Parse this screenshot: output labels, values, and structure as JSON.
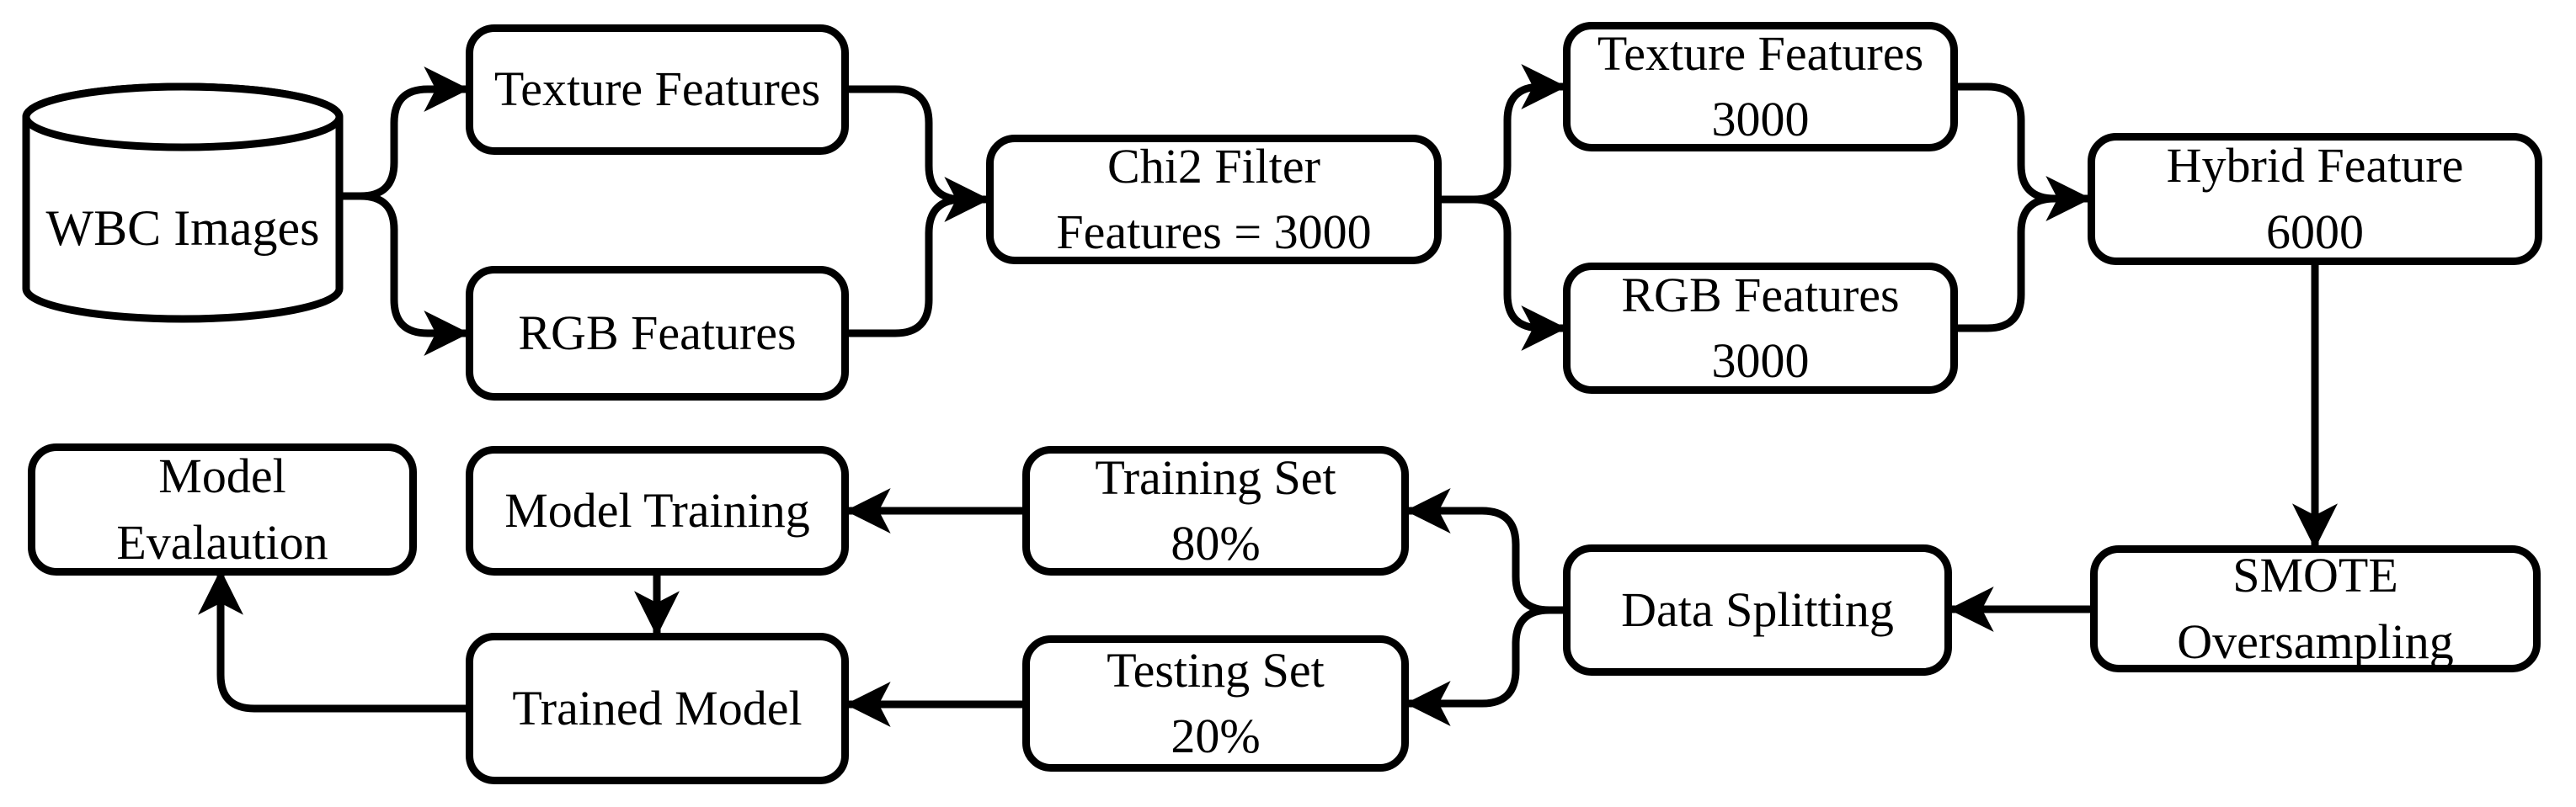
{
  "diagram": {
    "colors": {
      "ink": "#000000",
      "background": "#ffffff",
      "node_fill": "#ffffff"
    },
    "nodes": {
      "wbc_images": {
        "shape": "cylinder",
        "label": "WBC Images"
      },
      "texture_features": {
        "lines": [
          "Texture Features"
        ]
      },
      "rgb_features": {
        "lines": [
          "RGB Features"
        ]
      },
      "chi2_filter": {
        "lines": [
          "Chi2 Filter",
          "Features = 3000"
        ]
      },
      "texture_features_3000": {
        "lines": [
          "Texture Features",
          "3000"
        ]
      },
      "rgb_features_3000": {
        "lines": [
          "RGB Features",
          "3000"
        ]
      },
      "hybrid_feature": {
        "lines": [
          "Hybrid Feature",
          "6000"
        ]
      },
      "smote_oversampling": {
        "lines": [
          "SMOTE",
          "Oversampling"
        ]
      },
      "data_splitting": {
        "lines": [
          "Data Splitting"
        ]
      },
      "training_set": {
        "lines": [
          "Training Set",
          "80%"
        ]
      },
      "testing_set": {
        "lines": [
          "Testing Set",
          "20%"
        ]
      },
      "model_training": {
        "lines": [
          "Model Training"
        ]
      },
      "trained_model": {
        "lines": [
          "Trained Model"
        ]
      },
      "model_evaluation": {
        "lines": [
          "Model",
          "Evalaution"
        ]
      }
    },
    "edges": [
      {
        "from": "wbc_images",
        "to": "texture_features"
      },
      {
        "from": "wbc_images",
        "to": "rgb_features"
      },
      {
        "from": "texture_features",
        "to": "chi2_filter"
      },
      {
        "from": "rgb_features",
        "to": "chi2_filter"
      },
      {
        "from": "chi2_filter",
        "to": "texture_features_3000"
      },
      {
        "from": "chi2_filter",
        "to": "rgb_features_3000"
      },
      {
        "from": "texture_features_3000",
        "to": "hybrid_feature"
      },
      {
        "from": "rgb_features_3000",
        "to": "hybrid_feature"
      },
      {
        "from": "hybrid_feature",
        "to": "smote_oversampling"
      },
      {
        "from": "smote_oversampling",
        "to": "data_splitting"
      },
      {
        "from": "data_splitting",
        "to": "training_set"
      },
      {
        "from": "data_splitting",
        "to": "testing_set"
      },
      {
        "from": "training_set",
        "to": "model_training"
      },
      {
        "from": "testing_set",
        "to": "trained_model"
      },
      {
        "from": "model_training",
        "to": "trained_model"
      },
      {
        "from": "trained_model",
        "to": "model_evaluation"
      }
    ]
  }
}
